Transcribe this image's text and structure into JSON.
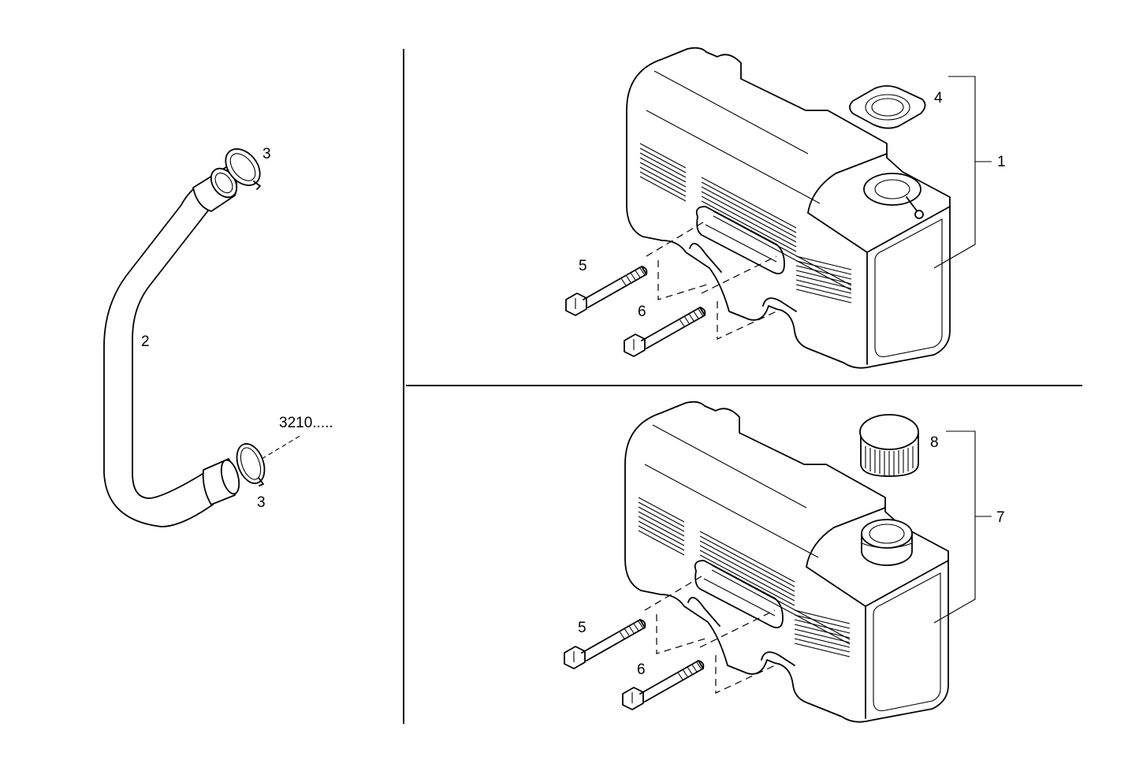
{
  "callouts": {
    "hose_clamp_top": "3",
    "hose": "2",
    "hose_clamp_bottom": "3",
    "reference": "3210.....",
    "tank_upper": "1",
    "cap_upper": "4",
    "bolt_upper_5": "5",
    "bolt_upper_6": "6",
    "tank_lower": "7",
    "cap_lower": "8",
    "bolt_lower_5": "5",
    "bolt_lower_6": "6"
  }
}
